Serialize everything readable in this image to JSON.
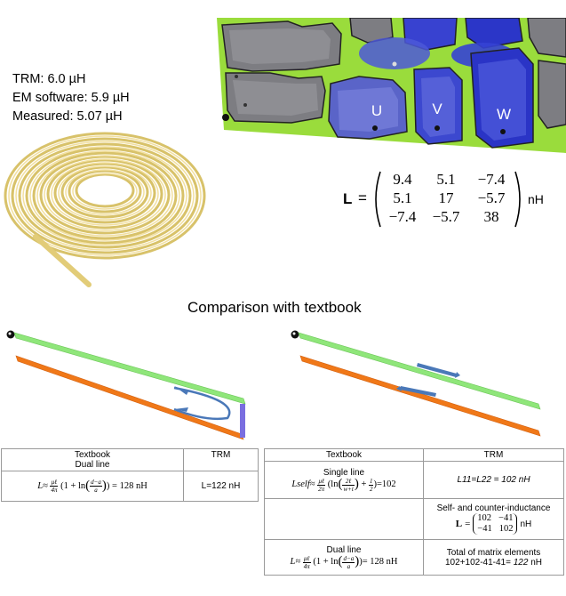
{
  "coil_info": {
    "trm": "TRM: 6.0 µH",
    "em_software": "EM software: 5.9 µH",
    "measured": "Measured: 5.07 µH"
  },
  "pcb_labels": {
    "u": "U",
    "v": "V",
    "w": "W"
  },
  "inductance_matrix": {
    "symbol": "L",
    "equals": "=",
    "rows": [
      [
        "9.4",
        "5.1",
        "−7.4"
      ],
      [
        "5.1",
        "17",
        "−5.7"
      ],
      [
        "−7.4",
        "−5.7",
        "38"
      ]
    ],
    "unit": "nH"
  },
  "section_title": "Comparison with textbook",
  "left_table": {
    "headers": [
      "Textbook",
      "TRM"
    ],
    "subheader": "Dual line",
    "formula_lhs": "L≈",
    "formula_frac_num": "μℓ",
    "formula_frac_den": "4π",
    "formula_body": "(1 + ln",
    "formula_inner_num": "d−a",
    "formula_inner_den": "a",
    "formula_result": ") = 128 nH",
    "trm_value": "L=122 nH"
  },
  "right_table": {
    "headers": [
      "Textbook",
      "TRM"
    ],
    "single_line_label": "Single line",
    "single_formula_lhs": "Lself≈",
    "single_frac_num": "μℓ",
    "single_frac_den": "2π",
    "single_body": "(ln",
    "single_inner_num": "2ℓ",
    "single_inner_den": "w+t",
    "single_plus": "+",
    "single_half_num": "1",
    "single_half_den": "2",
    "single_result": ")=102",
    "trm_single": "L11=L22 = 102 nH",
    "self_counter_label": "Self- and counter-inductance",
    "matrix_symbol": "L",
    "matrix_rows": [
      [
        "102",
        "−41"
      ],
      [
        "−41",
        "102"
      ]
    ],
    "matrix_unit": "nH",
    "dual_line_label": "Dual line",
    "dual_formula_lhs": "L≈",
    "dual_frac_num": "μℓ",
    "dual_frac_den": "4π",
    "dual_body": "(1 + ln",
    "dual_inner_num": "d−a",
    "dual_inner_den": "a",
    "dual_result": ")= 128 nH",
    "total_label": "Total of matrix elements",
    "total_expression": "102+102-41-41=",
    "total_value": "122",
    "total_unit": "nH"
  },
  "colors": {
    "pcb_background": "#9adc3c",
    "pcb_trace": "#7a7a7e",
    "pcb_field": "#2a38d8",
    "coil": "#ecd78a",
    "line_top": "#90ee7a",
    "line_bottom": "#f07a1a",
    "arrow": "#4a7ab8",
    "connector": "#7a6ee0"
  }
}
